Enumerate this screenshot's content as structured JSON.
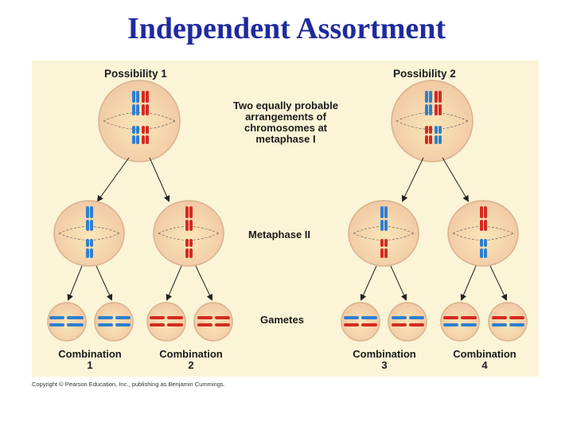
{
  "title": "Independent Assortment",
  "labels": {
    "possibility_1": "Possibility 1",
    "possibility_2": "Possibility 2",
    "note_line1": "Two equally probable",
    "note_line2": "arrangements of",
    "note_line3": "chromosomes at",
    "note_line4": "metaphase I",
    "metaphase_ii": "Metaphase II",
    "gametes": "Gametes",
    "combination": "Combination",
    "comb_1": "1",
    "comb_2": "2",
    "comb_3": "3",
    "comb_4": "4"
  },
  "copyright": "Copyright © Pearson Education, Inc., publishing as Benjamin Cummings.",
  "colors": {
    "title": "#1f2a9e",
    "panel": "#fbf4d6",
    "cell_fill": "#f3d2b0",
    "cell_stroke": "#d9b28f",
    "red_chromosome": "#d42b20",
    "blue_chromosome": "#2f7fd0"
  }
}
